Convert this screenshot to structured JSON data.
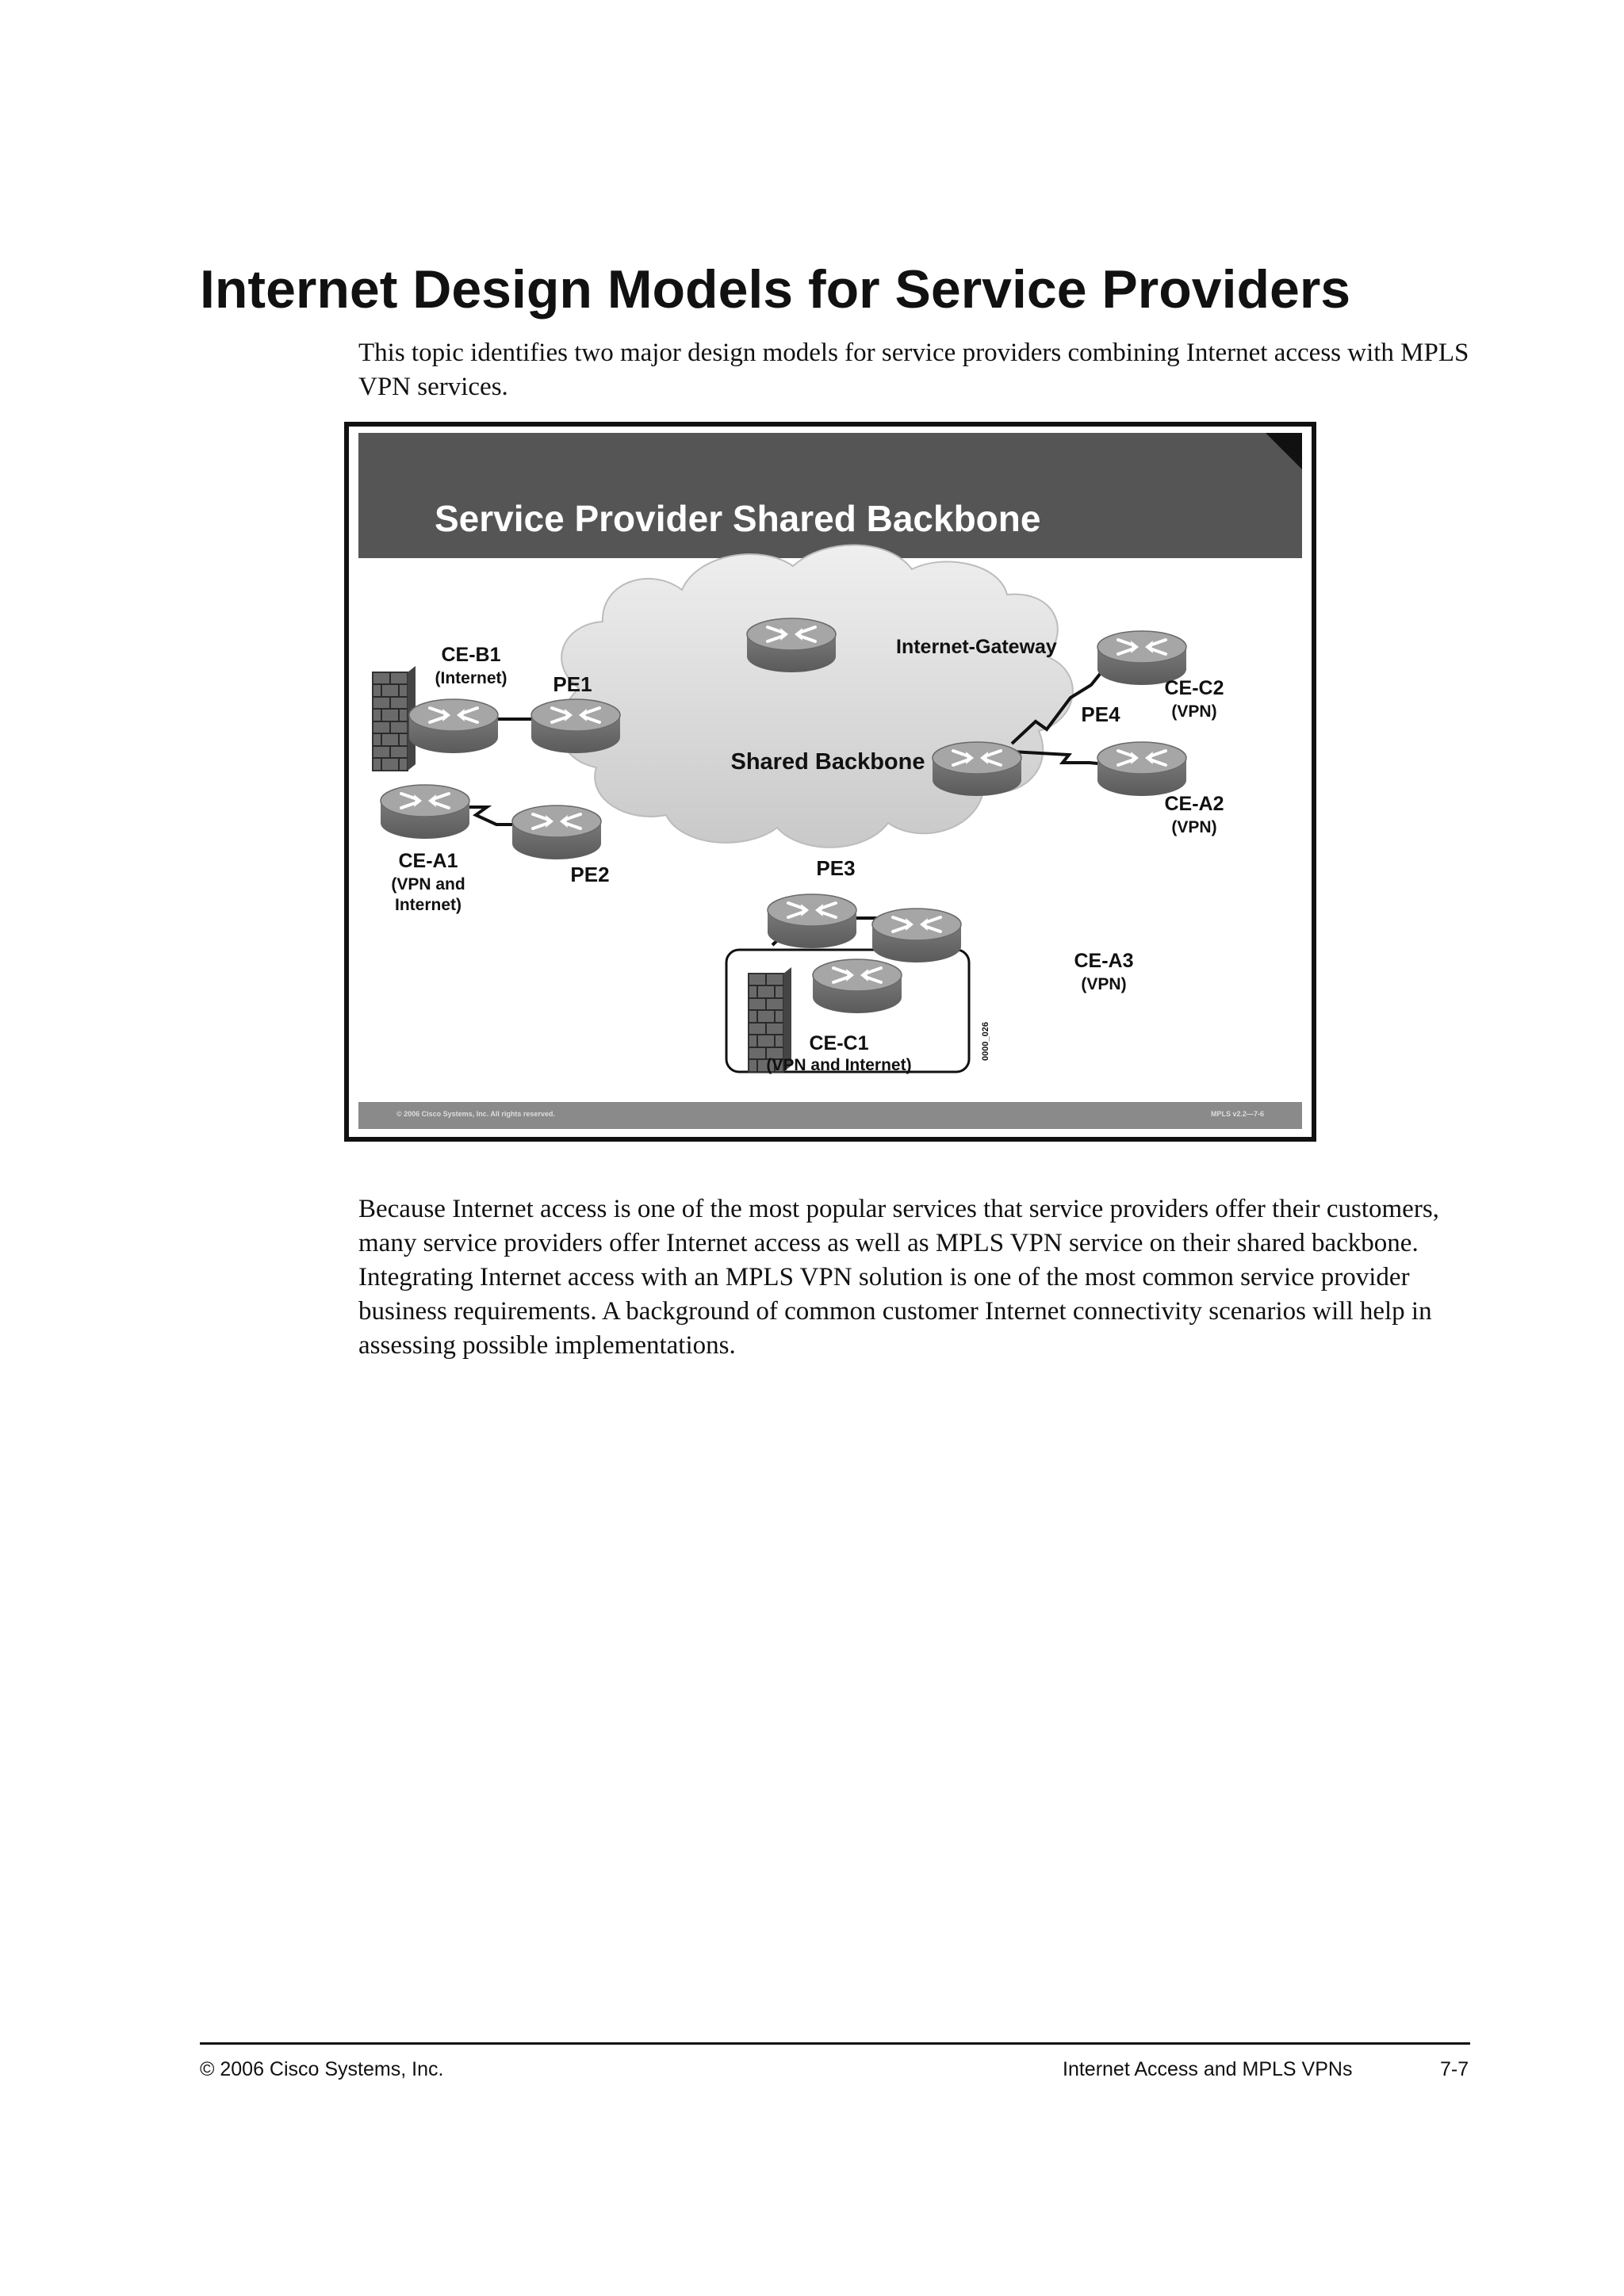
{
  "document": {
    "title": "Internet Design Models for Service Providers",
    "intro": "This topic identifies two major design models for service providers combining Internet access with MPLS VPN services.",
    "body": "Because Internet access is one of the most popular services that service providers offer their customers, many service providers offer Internet access as well as MPLS VPN service on their shared backbone. Integrating Internet access with an MPLS VPN solution is one of the most common service provider business requirements. A background of common customer Internet connectivity scenarios will help in assessing possible implementations."
  },
  "slide": {
    "title": "Service Provider Shared Backbone",
    "footer_left": "© 2006 Cisco Systems, Inc. All rights reserved.",
    "footer_right": "MPLS v2.2—7-6",
    "figure_id": "0000_026",
    "colors": {
      "title_bar": "#555555",
      "footer_bar": "#8a8a8a",
      "cloud": "#d8d8d8",
      "router": "#8c8c8c"
    },
    "diagram": {
      "cloud_label": "Shared Backbone",
      "internet_gateway": "Internet-Gateway",
      "pe1": "PE1",
      "pe2": "PE2",
      "pe3": "PE3",
      "pe4": "PE4",
      "ce_b1": "CE-B1",
      "ce_b1_sub": "(Internet)",
      "ce_a1": "CE-A1",
      "ce_a1_sub1": "(VPN and",
      "ce_a1_sub2": "Internet)",
      "ce_c2": "CE-C2",
      "ce_c2_sub": "(VPN)",
      "ce_a2": "CE-A2",
      "ce_a2_sub": "(VPN)",
      "ce_a3": "CE-A3",
      "ce_a3_sub": "(VPN)",
      "ce_c1": "CE-C1",
      "ce_c1_sub": "(VPN and Internet)"
    }
  },
  "footer": {
    "left": "© 2006 Cisco Systems, Inc.",
    "center": "Internet Access and MPLS VPNs",
    "page": "7-7"
  }
}
